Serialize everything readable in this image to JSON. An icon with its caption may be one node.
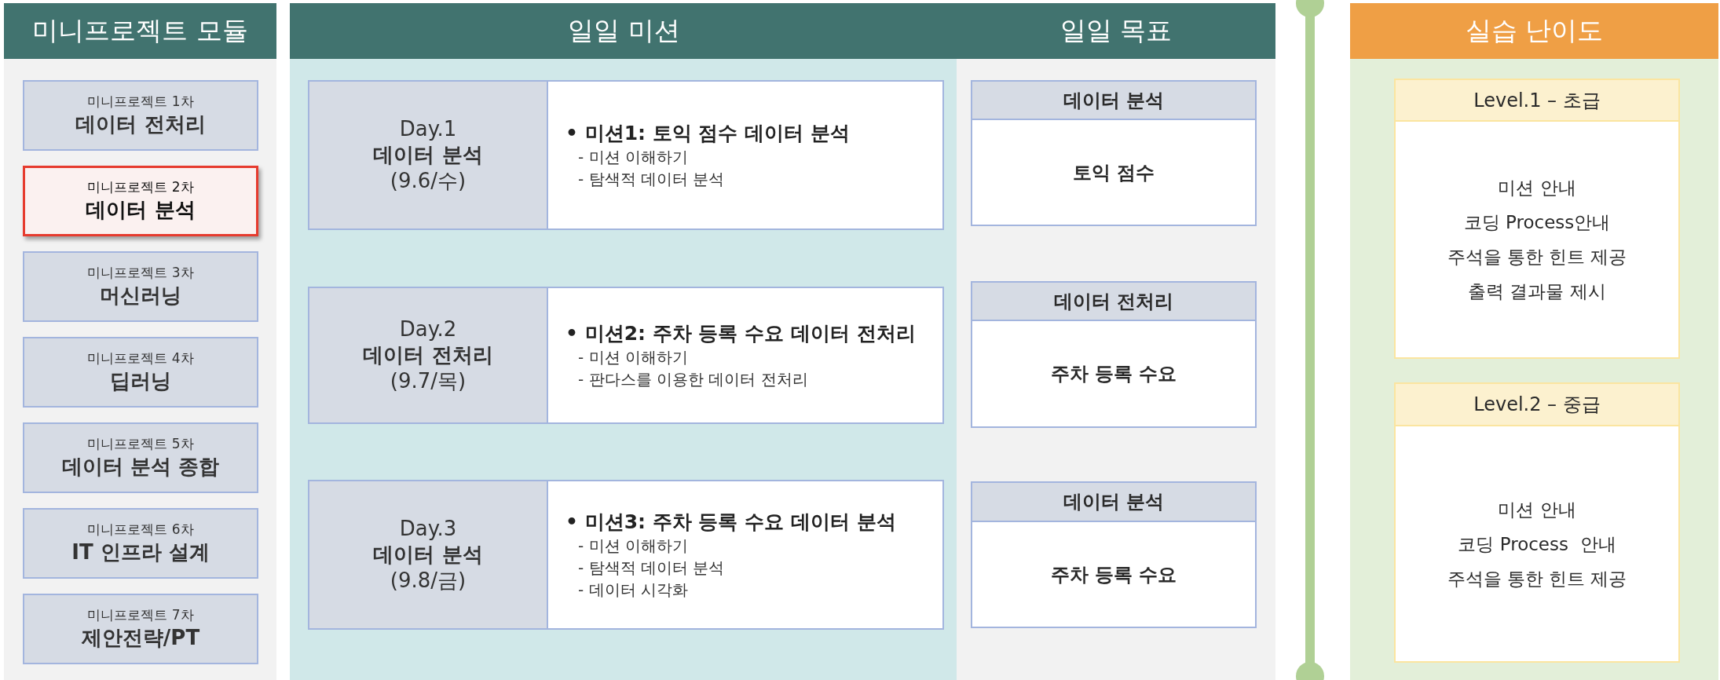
{
  "diagram": {
    "nodes": [
      {
        "text": [
          "미니프로젝트 모듈"
        ]
      },
      {
        "text": [
          "미니프로젝트 1차",
          "데이터 전처리"
        ],
        "in": 0
      },
      {
        "text": [
          "미니프로젝트 2차",
          "데이터 분석"
        ],
        "in": 0
      },
      {
        "text": [
          "미니프로젝트 3차",
          "머신러닝"
        ],
        "in": 0
      },
      {
        "text": [
          "미니프로젝트 4차",
          "딥러닝"
        ],
        "in": 0
      },
      {
        "text": [
          "미니프로젝트 5차",
          "데이터 분석 종합"
        ],
        "in": 0
      },
      {
        "text": [
          "미니프로젝트 6차",
          "IT 인프라 설계"
        ],
        "in": 0
      },
      {
        "text": [
          "미니프로젝트 7차",
          "제안전략/PT"
        ],
        "in": 0
      },
      {
        "text": [
          "일일 미션"
        ]
      },
      {
        "text": [
          "Day.1",
          "데이터 분석",
          "(9.6/수)"
        ],
        "in": 8
      },
      {
        "text": [
          "• 미션1: 토익 점수 데이터 분석",
          "- 미션 이해하기",
          "- 탐색적 데이터 분석"
        ],
        "in": 8
      },
      {
        "text": [
          "Day.2",
          "데이터 전처리",
          "(9.7/목)"
        ],
        "in": 8
      },
      {
        "text": [
          "• 미션2: 주차 등록 수요 데이터 전처리",
          "- 미션 이해하기",
          "- 판다스를 이용한 데이터 전처리"
        ],
        "in": 8
      },
      {
        "text": [
          "Day.3",
          "데이터 분석",
          "(9.8/금)"
        ],
        "in": 8
      },
      {
        "text": [
          "• 미션3: 주차 등록 수요 데이터 분석",
          "- 미션 이해하기",
          "- 탐색적 데이터 분석",
          "- 데이터 시각화"
        ],
        "in": 8
      },
      {
        "text": [
          "일일 목표"
        ]
      },
      {
        "text": [
          "데이터 분석",
          "토익 점수"
        ],
        "in": 15
      },
      {
        "text": [
          "데이터 전처리",
          "주차 등록 수요"
        ],
        "in": 15
      },
      {
        "text": [
          "데이터 분석",
          "주차 등록 수요"
        ],
        "in": 15
      },
      {
        "text": [
          "실습 난이도"
        ]
      },
      {
        "text": [
          "Level.1 – 초급",
          "미션 안내",
          "코딩 Process안내",
          "주석을 통한 힌트 제공",
          "출력 결과물 제시"
        ],
        "in": 19
      },
      {
        "text": [
          "Level.2 – 중급",
          "미션 안내",
          "코딩 Process  안내",
          "주석을 통한 힌트 제공"
        ],
        "in": 19
      }
    ]
  }
}
